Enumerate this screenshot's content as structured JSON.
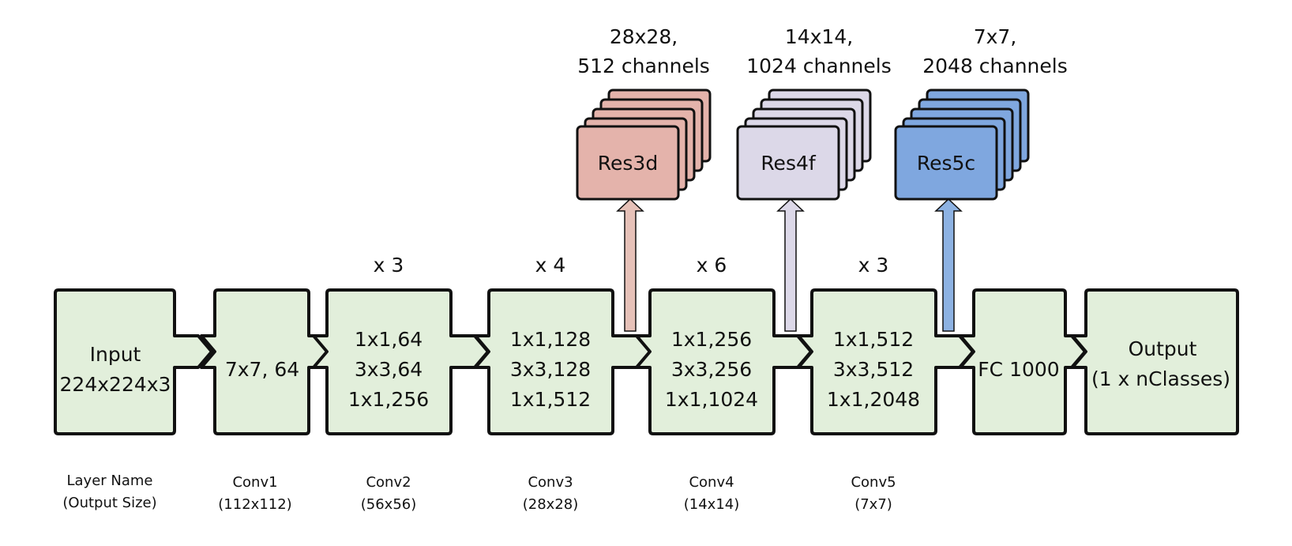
{
  "colors": {
    "box_fill": "#e2efdb",
    "outline": "#111111",
    "res3_fill": "#e4b3ab",
    "res4_fill": "#dcd8e8",
    "res5_fill": "#7fa7df",
    "res3_arrow": "#e6c1b8",
    "res4_arrow": "#dcd8e8",
    "res5_arrow": "#8db2e2"
  },
  "blocks": [
    {
      "id": "input",
      "lines": [
        "Input",
        "224x224x3"
      ],
      "multiplier": "",
      "name": [
        "Layer Name",
        "(Output Size)"
      ]
    },
    {
      "id": "conv1",
      "lines": [
        "7x7, 64"
      ],
      "multiplier": "",
      "name": [
        "Conv1",
        "(112x112)"
      ]
    },
    {
      "id": "conv2",
      "lines": [
        "1x1,64",
        "3x3,64",
        "1x1,256"
      ],
      "multiplier": "x 3",
      "name": [
        "Conv2",
        "(56x56)"
      ]
    },
    {
      "id": "conv3",
      "lines": [
        "1x1,128",
        "3x3,128",
        "1x1,512"
      ],
      "multiplier": "x 4",
      "name": [
        "Conv3",
        "(28x28)"
      ]
    },
    {
      "id": "conv4",
      "lines": [
        "1x1,256",
        "3x3,256",
        "1x1,1024"
      ],
      "multiplier": "x 6",
      "name": [
        "Conv4",
        "(14x14)"
      ]
    },
    {
      "id": "conv5",
      "lines": [
        "1x1,512",
        "3x3,512",
        "1x1,2048"
      ],
      "multiplier": "x 3",
      "name": [
        "Conv5",
        "(7x7)"
      ]
    },
    {
      "id": "fc",
      "lines": [
        "FC 1000"
      ],
      "multiplier": "",
      "name": []
    },
    {
      "id": "output",
      "lines": [
        "Output",
        "(1 x nClasses)"
      ],
      "multiplier": "",
      "name": []
    }
  ],
  "features": [
    {
      "id": "res3d",
      "label": "Res3d",
      "size": "28x28,",
      "channels": "512 channels"
    },
    {
      "id": "res4f",
      "label": "Res4f",
      "size": "14x14,",
      "channels": "1024 channels"
    },
    {
      "id": "res5c",
      "label": "Res5c",
      "size": "7x7,",
      "channels": "2048 channels"
    }
  ]
}
